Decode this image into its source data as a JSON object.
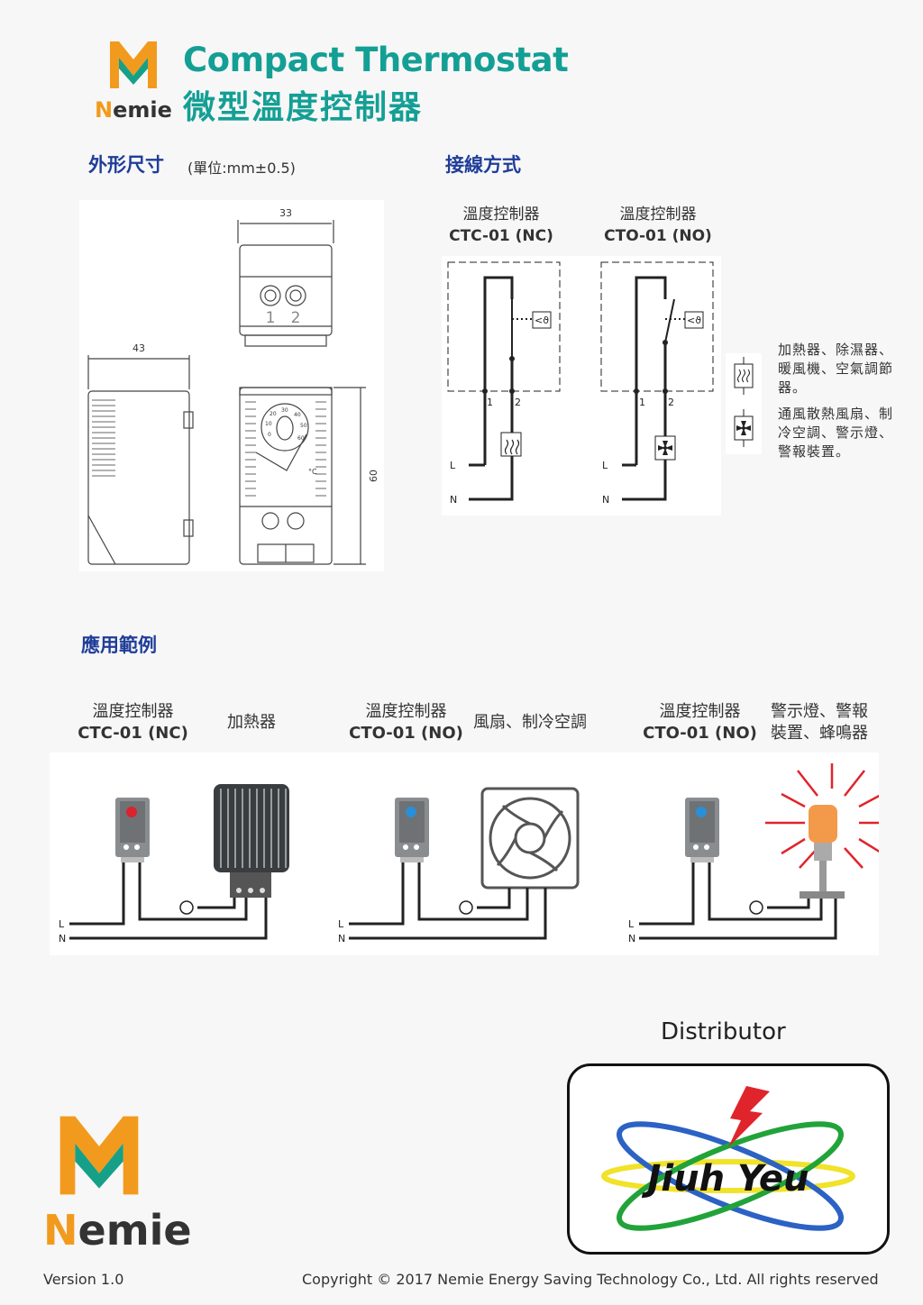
{
  "brand": {
    "name": "Nemie",
    "name_first": "N",
    "name_rest": "emie"
  },
  "title": {
    "en": "Compact Thermostat",
    "zh": "微型溫度控制器"
  },
  "dimensions": {
    "heading": "外形尺寸",
    "unit": "(單位:mm±0.5)",
    "width_top": "33",
    "depth_side": "43",
    "height": "60",
    "terminal_1": "1",
    "terminal_2": "2",
    "dial_unit": "°C",
    "dial_marks": [
      "0",
      "10",
      "20",
      "30",
      "40",
      "50",
      "60"
    ]
  },
  "wiring": {
    "heading": "接線方式",
    "nc": {
      "name": "溫度控制器",
      "model": "CTC-01 (NC)"
    },
    "no": {
      "name": "溫度控制器",
      "model": "CTO-01 (NO)"
    },
    "sensor_symbol": "<ϑ",
    "line_L": "L",
    "line_N": "N",
    "term_1": "1",
    "term_2": "2",
    "legend": [
      {
        "icon": "heater-icon",
        "text": "加熱器、除濕器、暖風機、空氣調節器。"
      },
      {
        "icon": "fan-icon",
        "text": "通風散熱風扇、制冷空調、警示燈、警報裝置。"
      }
    ]
  },
  "applications": {
    "heading": "應用範例",
    "items": [
      {
        "name": "溫度控制器",
        "model": "CTC-01 (NC)",
        "device": "加熱器",
        "dot_color": "#d9232d"
      },
      {
        "name": "溫度控制器",
        "model": "CTO-01 (NO)",
        "device": "風扇、制冷空調",
        "dot_color": "#2a8fd6"
      },
      {
        "name": "溫度控制器",
        "model": "CTO-01 (NO)",
        "device": "警示燈、警報裝置、蜂鳴器",
        "dot_color": "#2a8fd6"
      }
    ],
    "line_L": "L",
    "line_N": "N"
  },
  "distributor": {
    "heading": "Distributor",
    "name": "Jiuh Yeu"
  },
  "footer": {
    "version": "Version 1.0",
    "copyright": "Copyright © 2017 Nemie Energy Saving Technology Co., Ltd. All rights reserved"
  },
  "colors": {
    "brand_teal": "#149f95",
    "heading_blue": "#1f3d99",
    "logo_orange": "#f29a1d",
    "logo_green": "#16a088"
  }
}
